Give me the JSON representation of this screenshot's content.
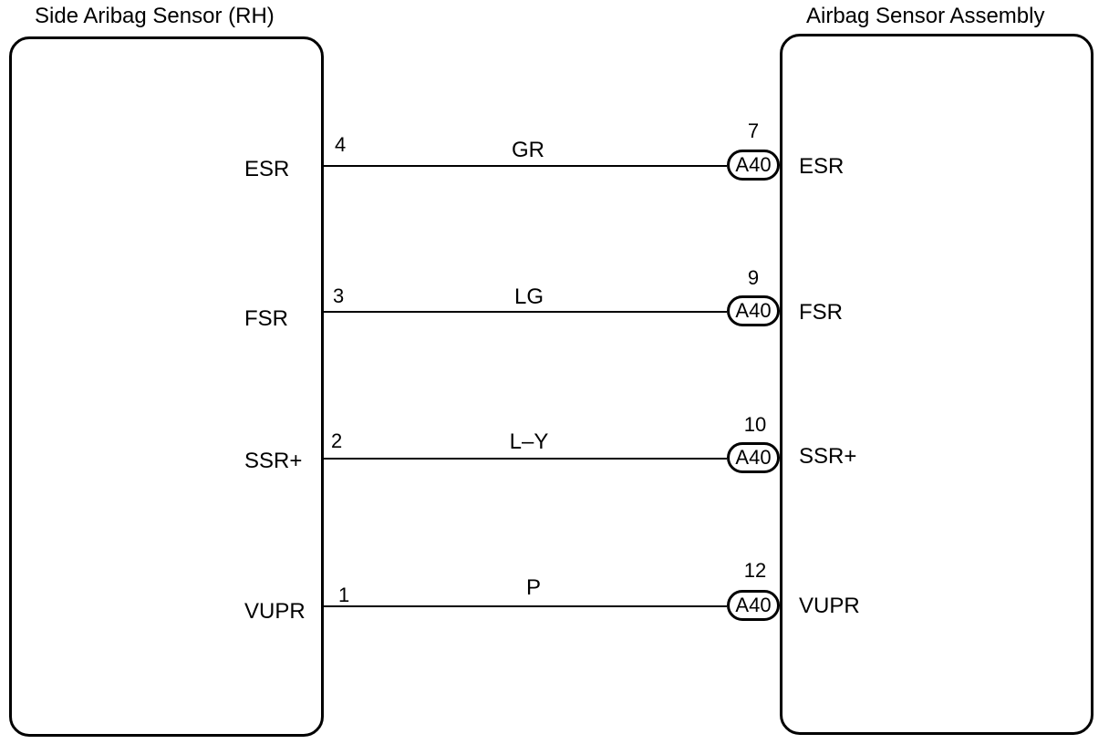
{
  "left_component": {
    "title": "Side Aribag Sensor (RH)"
  },
  "right_component": {
    "title": "Airbag Sensor Assembly"
  },
  "circuits": [
    {
      "left_terminal": "ESR",
      "left_pin": "4",
      "wire_color": "GR",
      "connector": "A40",
      "right_pin": "7",
      "right_terminal": "ESR"
    },
    {
      "left_terminal": "FSR",
      "left_pin": "3",
      "wire_color": "LG",
      "connector": "A40",
      "right_pin": "9",
      "right_terminal": "FSR"
    },
    {
      "left_terminal": "SSR+",
      "left_pin": "2",
      "wire_color": "L–Y",
      "connector": "A40",
      "right_pin": "10",
      "right_terminal": "SSR+"
    },
    {
      "left_terminal": "VUPR",
      "left_pin": "1",
      "wire_color": "P",
      "connector": "A40",
      "right_pin": "12",
      "right_terminal": "VUPR"
    }
  ]
}
